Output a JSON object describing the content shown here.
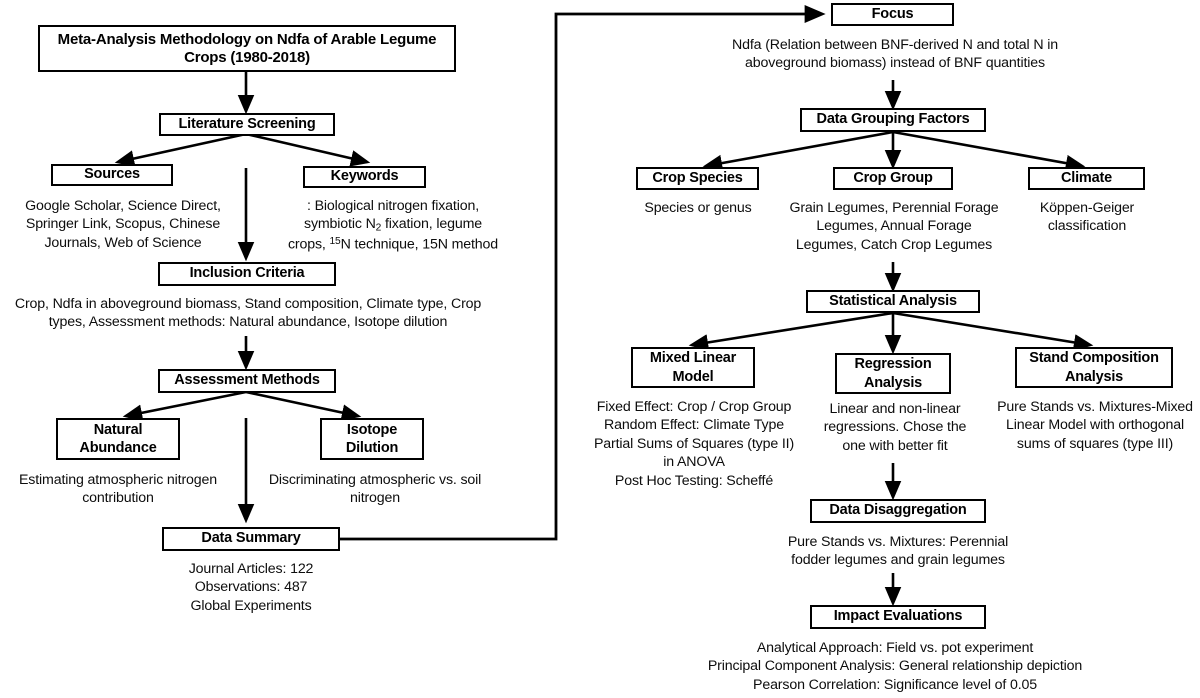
{
  "diagram": {
    "title": "Meta-Analysis Methodology on Ndfa of Arable Legume Crops (1980-2018)",
    "line_color": "#000000",
    "background": "#ffffff"
  },
  "left_column": {
    "title_box": "Meta-Analysis Methodology on Ndfa of Arable Legume Crops (1980-2018)",
    "literature_screening": "Literature Screening",
    "sources": "Sources",
    "sources_note": "Google Scholar, Science Direct, Springer Link, Scopus, Chinese Journals, Web of Science",
    "keywords": "Keywords",
    "keywords_note_line1": ": Biological nitrogen fixation,",
    "keywords_note_line2_a": "symbiotic N",
    "keywords_note_line2_sub": "2",
    "keywords_note_line2_b": " fixation, legume",
    "keywords_note_line3_a": "crops, ",
    "keywords_note_line3_sup": "15",
    "keywords_note_line3_b": "N technique, 15N method",
    "inclusion_criteria": "Inclusion Criteria",
    "inclusion_criteria_note": "Crop, Ndfa in aboveground biomass, Stand composition, Climate type, Crop types, Assessment methods: Natural abundance, Isotope dilution",
    "assessment_methods": "Assessment Methods",
    "natural_abundance": "Natural Abundance",
    "natural_abundance_note": "Estimating atmospheric nitrogen contribution",
    "isotope_dilution": "Isotope Dilution",
    "isotope_dilution_note": "Discriminating atmospheric vs. soil nitrogen",
    "data_summary": "Data Summary",
    "data_summary_note": "Journal Articles: 122\nObservations: 487\nGlobal Experiments"
  },
  "right_column": {
    "focus": "Focus",
    "focus_note": "Ndfa (Relation between BNF-derived N and total N in aboveground biomass) instead of BNF quantities",
    "data_grouping_factors": "Data Grouping Factors",
    "crop_species": "Crop Species",
    "crop_species_note": "Species or genus",
    "crop_group": "Crop Group",
    "crop_group_note": "Grain Legumes, Perennial Forage Legumes, Annual Forage Legumes, Catch Crop Legumes",
    "climate": "Climate",
    "climate_note": "Köppen-Geiger classification",
    "statistical_analysis": "Statistical Analysis",
    "mixed_linear_model": "Mixed Linear Model",
    "mixed_linear_model_note": "Fixed Effect: Crop / Crop Group\nRandom Effect: Climate Type\nPartial Sums of Squares (type II)\nin ANOVA\nPost Hoc Testing: Scheffé",
    "regression_analysis": "Regression Analysis",
    "regression_analysis_note": "Linear and non-linear regressions. Chose the one with better fit",
    "stand_composition_analysis": "Stand Composition Analysis",
    "stand_composition_analysis_note": "Pure Stands vs. Mixtures-Mixed Linear Model with orthogonal sums of squares (type III)",
    "data_disaggregation": "Data Disaggregation",
    "data_disaggregation_note": "Pure Stands vs. Mixtures: Perennial fodder legumes and grain legumes",
    "impact_evaluations": "Impact Evaluations",
    "impact_evaluations_note": "Analytical Approach: Field vs. pot experiment\nPrincipal Component Analysis: General relationship depiction\nPearson Correlation: Significance level of 0.05"
  }
}
